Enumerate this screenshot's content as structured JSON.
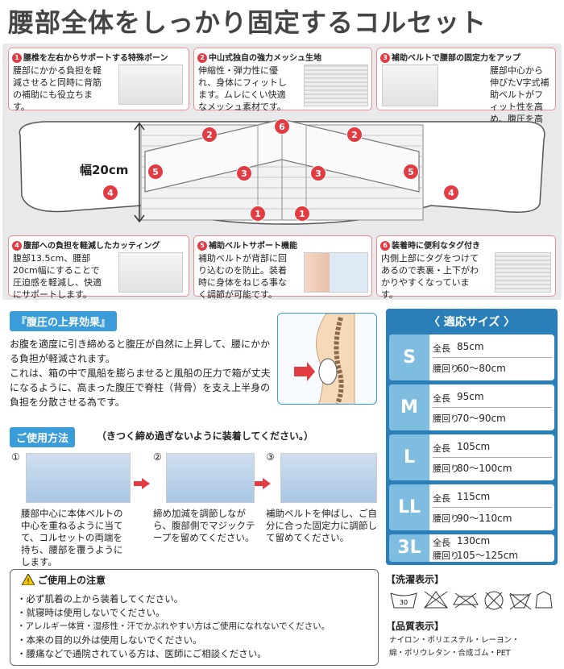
{
  "title": "腰部全体をしっかり固定するコルセット",
  "features": [
    {
      "num": "1",
      "head": "腰椎を左右からサポートする特殊ボーン",
      "body": "腰部にかかる負担を軽減させると同時に背筋の補助にも役立ちます。"
    },
    {
      "num": "2",
      "head": "中山式独自の強力メッシュ生地",
      "body": "伸縮性・弾力性に優れ、身体にフィットします。ムレにくい快適なメッシュ素材です。"
    },
    {
      "num": "3",
      "head": "補助ベルトで腰部の固定力をアップ",
      "body": "腰部中心から伸びたV字式補助ベルトがフィット性を高め、腹圧を高めます。"
    },
    {
      "num": "4",
      "head": "腹部への負担を軽減したカッティング",
      "body": "腹部13.5cm、腰部20cm幅にすることで圧迫感を軽減し、快適にサポートします。"
    },
    {
      "num": "5",
      "head": "補助ベルトサポート機能",
      "body": "補助ベルトが背部に回り込むのを防止。装着時に身体をねじる事なく調節が可能です。"
    },
    {
      "num": "6",
      "head": "装着時に便利なタグ付き",
      "body": "内側上部にタグをつけてあるので表裏・上下がわかりやすくなっています。"
    }
  ],
  "belt": {
    "width_label": "幅20cm",
    "badges": [
      "6",
      "2",
      "2",
      "5",
      "3",
      "3",
      "5",
      "4",
      "4",
      "1",
      "1"
    ]
  },
  "pressure": {
    "title": "『腹圧の上昇効果』",
    "p1": "お腹を適度に引き締めると腹圧が自然に上昇して、腰にかかる負担が軽減されます。",
    "p2": "これは、箱の中で風船を膨らませると風船の圧力で箱が丈夫になるように、高まった腹圧で脊柱（背骨）を支え上半身の負担を分散させる為です。"
  },
  "usage": {
    "title": "ご使用方法",
    "note": "（きつく締め過ぎないように装着してください。）",
    "steps": [
      {
        "num": "①",
        "text": "腰部中心に本体ベルトの中心を重ねるように当てて、コルセットの両端を持ち、腰部を覆うようにします。"
      },
      {
        "num": "②",
        "text": "締め加減を調節しながら、腹部側でマジックテープを留めてください。"
      },
      {
        "num": "③",
        "text": "補助ベルトを伸ばし、ご自分に合った固定力に調節して留めてください。"
      }
    ]
  },
  "sizes": {
    "header": "〈 適応サイズ 〉",
    "length_label": "全長",
    "waist_label": "腰回り",
    "rows": [
      {
        "size": "S",
        "length": "85cm",
        "waist": "60〜80cm"
      },
      {
        "size": "M",
        "length": "95cm",
        "waist": "70〜90cm"
      },
      {
        "size": "L",
        "length": "105cm",
        "waist": "80〜100cm"
      },
      {
        "size": "LL",
        "length": "115cm",
        "waist": "90〜110cm"
      },
      {
        "size": "3L",
        "length": "130cm",
        "waist": "105〜125cm"
      }
    ]
  },
  "caution": {
    "title": "ご使用上の注意",
    "lines": [
      "・必ず肌着の上から装着してください。",
      "・就寝時は使用しないでください。",
      "・アレルギー体質・湿疹性・汗でかぶれやすい方はご使用になれないでください。",
      "・本来の目的以外は使用しないでください。",
      "・腰痛などで通院されている方は、医師にご相談ください。"
    ]
  },
  "care": {
    "wash_title": "【洗濯表示】",
    "wash_temp": "30",
    "quality_title": "【品質表示】",
    "quality_lines": [
      "ナイロン・ポリエステル・レーヨン・",
      "綿・ポリウレタン・合成ゴム・PET"
    ]
  },
  "colors": {
    "accent_red": "#e23b42",
    "accent_blue": "#2a7fb8",
    "light_blue": "#7fbde0",
    "bg_gray": "#e8e9eb"
  }
}
